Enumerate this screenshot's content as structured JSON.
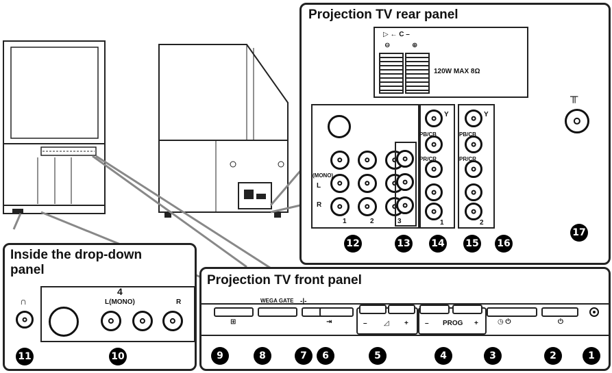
{
  "headings": {
    "rear": "Projection TV rear panel",
    "dropdown_line1": "Inside the drop-down",
    "dropdown_line2": "panel",
    "front": "Projection TV front panel"
  },
  "rear_panel": {
    "speaker_top": "▷ ← C –",
    "speaker_minus": "⊖",
    "speaker_plus": "⊕",
    "speaker_rating": "120W MAX 8Ω",
    "input1": "1",
    "input2": "2",
    "input3": "3",
    "mono": "(MONO)",
    "l": "L",
    "r": "R",
    "y": "Y",
    "pb_cb": "PB/CB",
    "pr_cr": "PR/CR",
    "comp1": "1",
    "comp2": "2"
  },
  "dropdown_panel": {
    "input4": "4",
    "l_mono": "L(MONO)",
    "r": "R"
  },
  "front_panel": {
    "wega_gate": "WEGA GATE",
    "vol_minus": "–",
    "vol_plus": "+",
    "prog_minus": "–",
    "prog": "PROG",
    "prog_plus": "+"
  },
  "callouts": [
    "1",
    "2",
    "3",
    "4",
    "5",
    "6",
    "7",
    "8",
    "9",
    "10",
    "11",
    "12",
    "13",
    "14",
    "15",
    "16",
    "17"
  ],
  "colors": {
    "line": "#222222",
    "badge": "#000000",
    "panel_bg": "#ffffff"
  }
}
